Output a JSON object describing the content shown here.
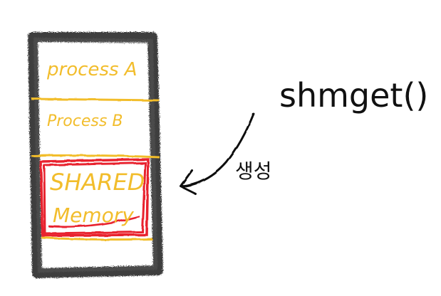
{
  "memory_diagram": {
    "region_a_label": "process A",
    "region_b_label": "Process B",
    "shared_label_line1": "SHARED",
    "shared_label_line2": "Memory"
  },
  "annotation": {
    "function_call": "shmget()",
    "action_label": "생성"
  },
  "colors": {
    "outline": "#1a1a1a",
    "region_text": "#f2bd2c",
    "divider": "#f2bd2c",
    "shared_box": "#e8232e",
    "annotation_text": "#111111"
  }
}
